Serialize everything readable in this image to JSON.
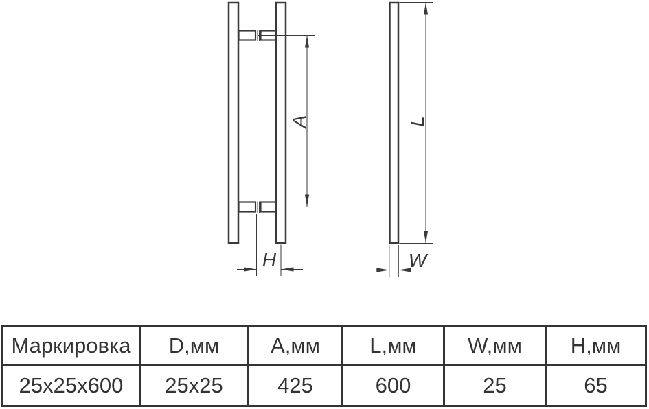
{
  "drawing": {
    "line_color": "#3a3a3a",
    "dimension_labels": {
      "a": "A",
      "l": "L",
      "h": "H",
      "w": "W"
    }
  },
  "table": {
    "headers": [
      "Маркировка",
      "D,мм",
      "A,мм",
      "L,мм",
      "W,мм",
      "H,мм"
    ],
    "rows": [
      [
        "25x25x600",
        "25x25",
        "425",
        "600",
        "25",
        "65"
      ]
    ]
  }
}
